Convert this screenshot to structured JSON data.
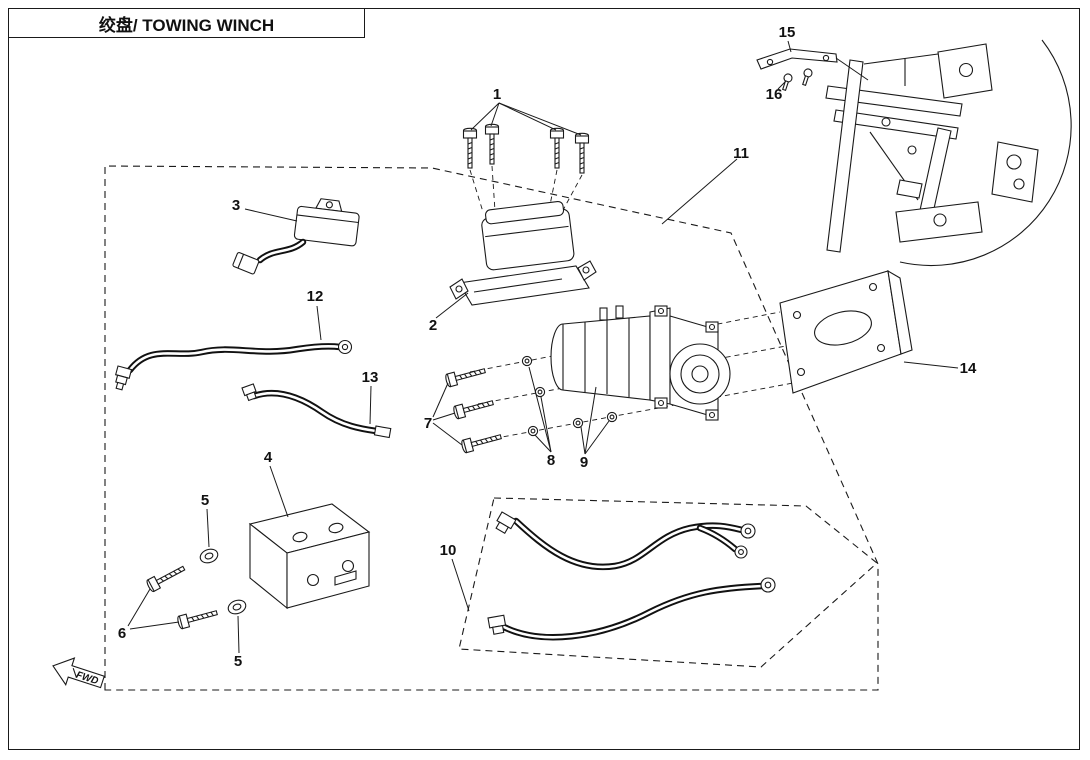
{
  "title": "绞盘/ TOWING WINCH",
  "fwd": {
    "label": "FWD"
  },
  "colors": {
    "line": "#1a1a1a",
    "background": "#ffffff"
  },
  "callouts": {
    "n1": "1",
    "n2": "2",
    "n3": "3",
    "n4": "4",
    "n5a": "5",
    "n5b": "5",
    "n6": "6",
    "n7": "7",
    "n8": "8",
    "n9": "9",
    "n10": "10",
    "n11": "11",
    "n12": "12",
    "n13": "13",
    "n14": "14",
    "n15": "15",
    "n16": "16"
  }
}
